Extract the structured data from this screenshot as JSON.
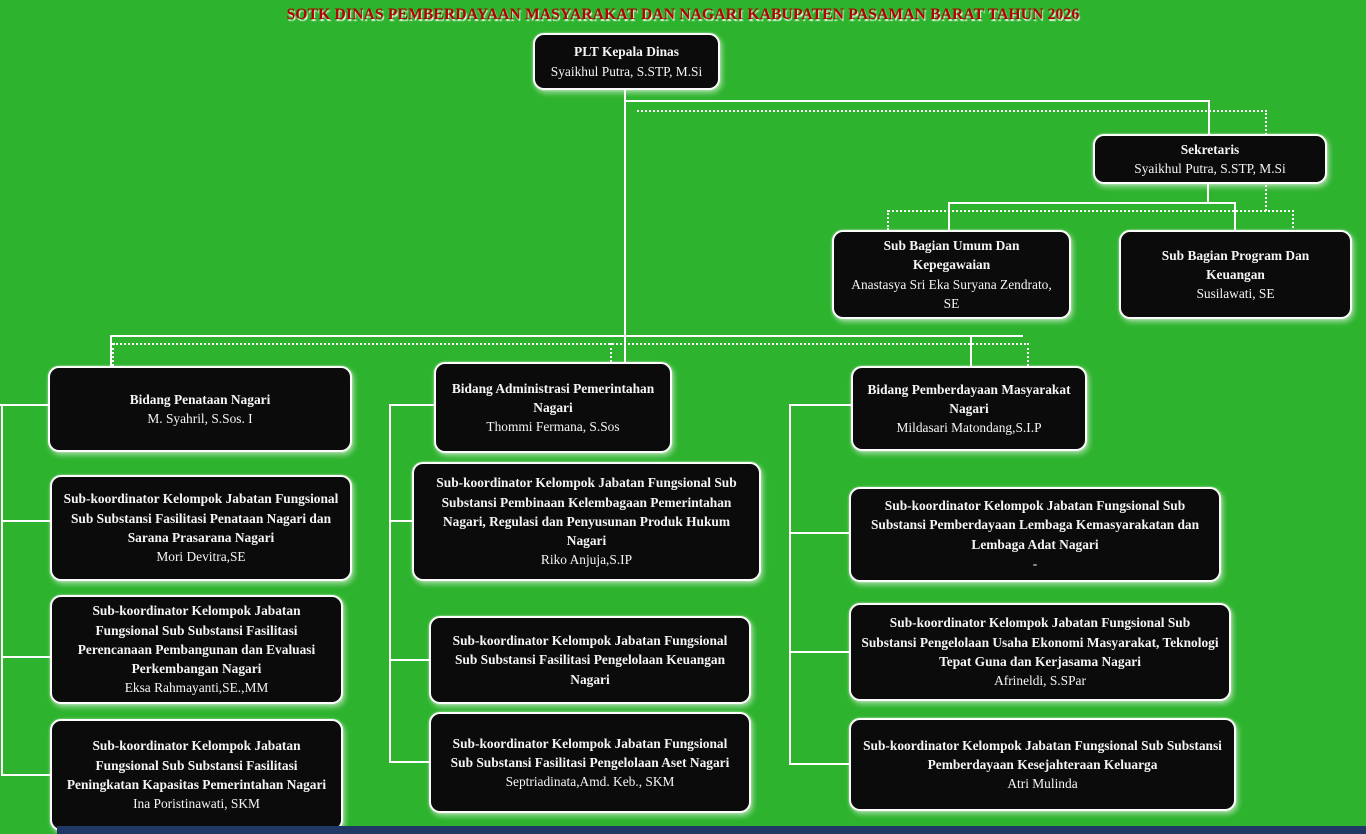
{
  "title": "SOTK DINAS PEMBERDAYAAN MASYARAKAT DAN NAGARI KABUPATEN PASAMAN BARAT TAHUN 2026",
  "colors": {
    "background": "#2db32d",
    "box_background": "#0b0b0b",
    "box_text": "#f5f5f5",
    "title_color": "#b30000",
    "connector": "#ffffff",
    "footer_bar": "#1f3864"
  },
  "nodes": {
    "plt": {
      "title": "PLT Kepala Dinas",
      "name": "Syaikhul Putra, S.STP, M.Si"
    },
    "sekretaris": {
      "title": "Sekretaris",
      "name": "Syaikhul Putra, S.STP, M.Si"
    },
    "subbag_umum": {
      "title": "Sub Bagian Umum Dan Kepegawaian",
      "name": "Anastasya Sri Eka Suryana Zendrato, SE"
    },
    "subbag_program": {
      "title": "Sub Bagian Program Dan Keuangan",
      "name": "Susilawati, SE"
    },
    "bidang_penataan": {
      "title": "Bidang Penataan Nagari",
      "name": "M. Syahril, S.Sos. I"
    },
    "bidang_administrasi": {
      "title": "Bidang Administrasi Pemerintahan Nagari",
      "name": "Thommi Fermana, S.Sos"
    },
    "bidang_pemberdayaan": {
      "title": "Bidang Pemberdayaan Masyarakat Nagari",
      "name": "Mildasari Matondang,S.I.P"
    },
    "sub11": {
      "title": "Sub-koordinator Kelompok Jabatan Fungsional Sub Substansi Fasilitasi Penataan Nagari dan Sarana Prasarana Nagari",
      "name": "Mori Devitra,SE"
    },
    "sub12": {
      "title": "Sub-koordinator Kelompok Jabatan Fungsional Sub Substansi Fasilitasi Perencanaan Pembangunan dan Evaluasi Perkembangan Nagari",
      "name": "Eksa Rahmayanti,SE.,MM"
    },
    "sub13": {
      "title": "Sub-koordinator Kelompok Jabatan Fungsional Sub Substansi Fasilitasi Peningkatan Kapasitas Pemerintahan Nagari",
      "name": "Ina Poristinawati, SKM"
    },
    "sub21": {
      "title": "Sub-koordinator Kelompok Jabatan Fungsional Sub Substansi Pembinaan Kelembagaan Pemerintahan Nagari, Regulasi dan Penyusunan Produk Hukum Nagari",
      "name": "Riko Anjuja,S.IP"
    },
    "sub22": {
      "title": "Sub-koordinator Kelompok Jabatan Fungsional Sub Substansi Fasilitasi Pengelolaan Keuangan Nagari",
      "name": ""
    },
    "sub23": {
      "title": "Sub-koordinator Kelompok Jabatan Fungsional Sub Substansi Fasilitasi Pengelolaan Aset Nagari",
      "name": "Septriadinata,Amd. Keb., SKM"
    },
    "sub31": {
      "title": "Sub-koordinator Kelompok Jabatan Fungsional Sub Substansi Pemberdayaan Lembaga Kemasyarakatan dan Lembaga Adat Nagari",
      "name": "-"
    },
    "sub32": {
      "title": "Sub-koordinator Kelompok Jabatan Fungsional Sub Substansi Pengelolaan Usaha Ekonomi Masyarakat, Teknologi Tepat Guna dan Kerjasama Nagari",
      "name": "Afrineldi, S.SPar"
    },
    "sub33": {
      "title": "Sub-koordinator Kelompok Jabatan Fungsional Sub Substansi Pemberdayaan Kesejahteraan Keluarga",
      "name": "Atri Mulinda"
    }
  }
}
